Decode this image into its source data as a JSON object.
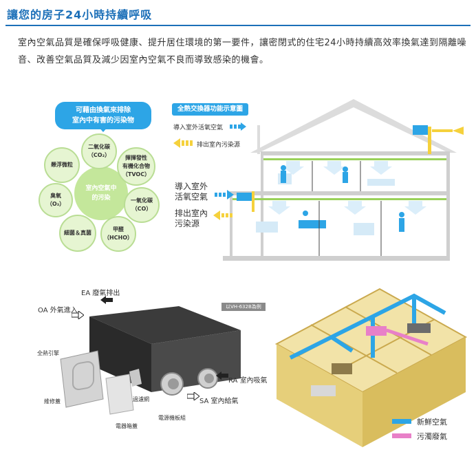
{
  "title": "讓您的房子24小時持續呼吸",
  "paragraph": "室內空氣品質是確保呼吸健康、提升居住環境的第一要件，讓密閉式的住宅24小時持續高效率換氣達到隔離噪音、改善空氣品質及減少因室內空氣不良而導致感染的機會。",
  "pollutants": {
    "header_line1": "可藉由換氣來排除",
    "header_line2": "室內中有害的污染物",
    "center_line1": "室內空氣中",
    "center_line2": "的污染",
    "co2_line1": "二氧化碳",
    "co2_line2": "（CO₂）",
    "dust": "懸浮微粒",
    "tvoc_line1": "揮揮發性",
    "tvoc_line2": "有機化合物",
    "tvoc_line3": "（TVOC）",
    "ozone_line1": "臭氧",
    "ozone_line2": "（O₃）",
    "co_line1": "一氧化碳",
    "co_line2": "（CO）",
    "bacteria": "細菌＆真菌",
    "hcho_line1": "甲醛",
    "hcho_line2": "（HCHO）"
  },
  "house_diagram": {
    "caption": "全熱交換器功能示意圖",
    "intake_label": "導入室外活氧空氣",
    "exhaust_label": "排出室內污染源",
    "side_intake_line1": "導入室外",
    "side_intake_line2": "活氧空氣",
    "side_exhaust_line1": "排出室內",
    "side_exhaust_line2": "污染源"
  },
  "unit_diagram": {
    "ea": "EA 廢氣排出",
    "oa": "OA 外氣進入",
    "core": "全熱引擎",
    "cover": "維修蓋",
    "filter": "過濾網",
    "electrical_box": "電器箱蓋",
    "power_board": "電源機板組",
    "ra": "RA 室內吸氣",
    "sa": "SA 室內給氣"
  },
  "model_tag": "以VH-632B為例",
  "legend": {
    "fresh": "新鮮空氣",
    "dirty": "污濁廢氣"
  },
  "colors": {
    "accent": "#1b6fb8",
    "fresh_air": "#2da5e6",
    "dirty_air": "#e880c8",
    "node_fill": "#e6f5d2",
    "center_fill": "#c4e79b"
  }
}
